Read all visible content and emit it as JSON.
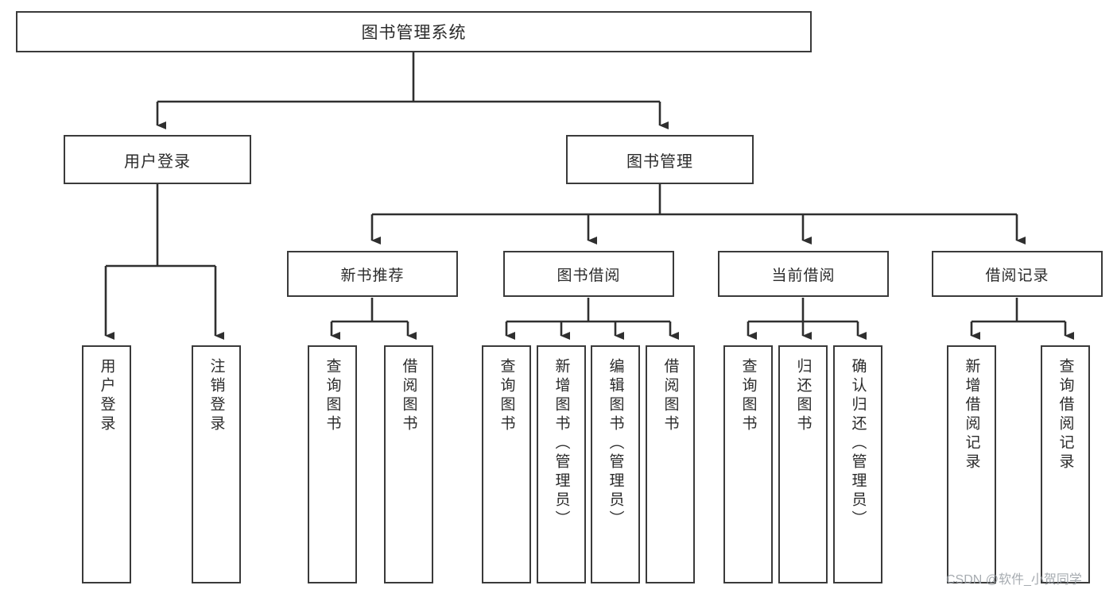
{
  "diagram": {
    "title": "图书管理系统",
    "root": {
      "label": "图书管理系统"
    },
    "level1": [
      {
        "label": "用户登录"
      },
      {
        "label": "图书管理"
      }
    ],
    "level2": [
      {
        "label": "新书推荐"
      },
      {
        "label": "图书借阅"
      },
      {
        "label": "当前借阅"
      },
      {
        "label": "借阅记录"
      }
    ],
    "leaves": {
      "user_login": [
        {
          "label": "用户登录"
        },
        {
          "label": "注销登录"
        }
      ],
      "new_book_recommend": [
        {
          "label": "查询图书"
        },
        {
          "label": "借阅图书"
        }
      ],
      "book_borrow": [
        {
          "label": "查询图书"
        },
        {
          "label": "新增图书（管理员）"
        },
        {
          "label": "编辑图书（管理员）"
        },
        {
          "label": "借阅图书"
        }
      ],
      "current_borrow": [
        {
          "label": "查询图书"
        },
        {
          "label": "归还图书"
        },
        {
          "label": "确认归还（管理员）"
        }
      ],
      "borrow_record": [
        {
          "label": "新增借阅记录"
        },
        {
          "label": "查询借阅记录"
        }
      ]
    }
  },
  "watermark": {
    "text": "CSDN @软件_小贺同学"
  },
  "colors": {
    "stroke": "#3a3a3a",
    "text": "#2b2b2b",
    "background": "#ffffff",
    "watermark": "#9aa0a6"
  }
}
